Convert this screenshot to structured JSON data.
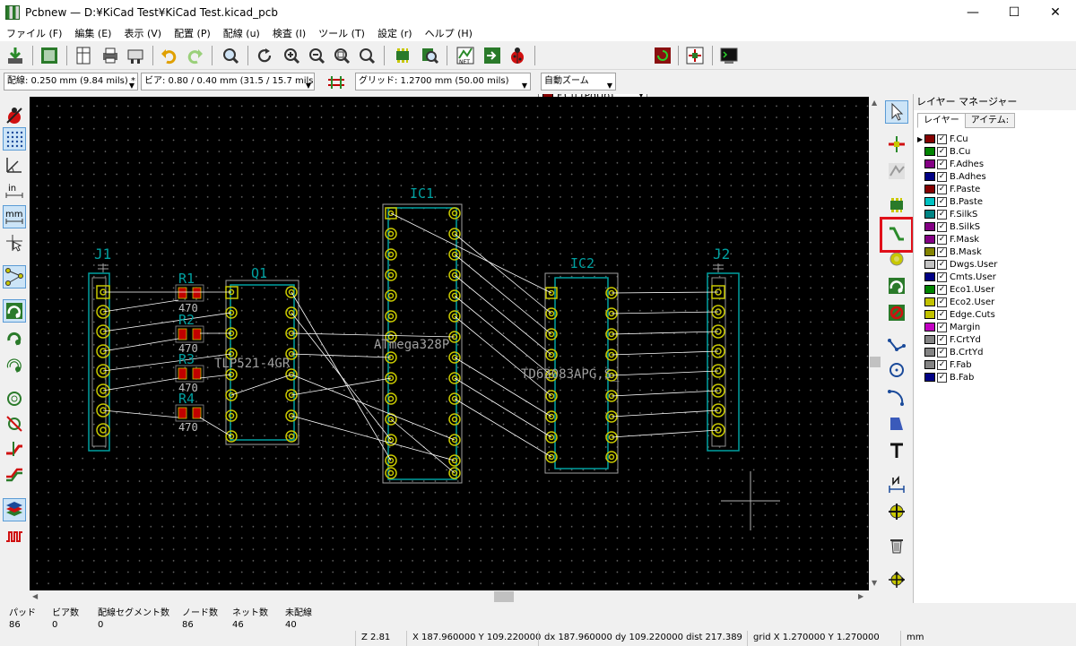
{
  "window": {
    "title": "Pcbnew — D:¥KiCad Test¥KiCad Test.kicad_pcb",
    "controls": {
      "minimize": "—",
      "maximize": "☐",
      "close": "✕"
    }
  },
  "menu": [
    "ファイル (F)",
    "編集 (E)",
    "表示 (V)",
    "配置 (P)",
    "配線 (u)",
    "検査 (I)",
    "ツール (T)",
    "設定 (r)",
    "ヘルプ (H)"
  ],
  "toolbar2": {
    "track": "配線: 0.250 mm (9.84 mils) *",
    "via": "ビア: 0.80 / 0.40 mm (31.5 / 15.7 mils) *",
    "grid": "グリッド: 1.2700 mm (50.00 mils)",
    "zoom": "自動ズーム"
  },
  "layer_select": {
    "label": "F.Cu (PgUp)",
    "color": "#840000"
  },
  "layer_panel": {
    "title": "レイヤー マネージャー",
    "tabs": [
      "レイヤー",
      "アイテム:"
    ],
    "layers": [
      {
        "name": "F.Cu",
        "color": "#840000",
        "current": true
      },
      {
        "name": "B.Cu",
        "color": "#008400"
      },
      {
        "name": "F.Adhes",
        "color": "#840084"
      },
      {
        "name": "B.Adhes",
        "color": "#000084"
      },
      {
        "name": "F.Paste",
        "color": "#840000"
      },
      {
        "name": "B.Paste",
        "color": "#00c2c2"
      },
      {
        "name": "F.SilkS",
        "color": "#008484"
      },
      {
        "name": "B.SilkS",
        "color": "#840084"
      },
      {
        "name": "F.Mask",
        "color": "#840084"
      },
      {
        "name": "B.Mask",
        "color": "#848400"
      },
      {
        "name": "Dwgs.User",
        "color": "#c2c2c2"
      },
      {
        "name": "Cmts.User",
        "color": "#000084"
      },
      {
        "name": "Eco1.User",
        "color": "#008400"
      },
      {
        "name": "Eco2.User",
        "color": "#c2c200"
      },
      {
        "name": "Edge.Cuts",
        "color": "#c2c200"
      },
      {
        "name": "Margin",
        "color": "#c200c2"
      },
      {
        "name": "F.CrtYd",
        "color": "#848484"
      },
      {
        "name": "B.CrtYd",
        "color": "#848484"
      },
      {
        "name": "F.Fab",
        "color": "#848484"
      },
      {
        "name": "B.Fab",
        "color": "#000084"
      }
    ]
  },
  "pcb": {
    "refs": {
      "j1": "J1",
      "j2": "J2",
      "q1": "Q1",
      "ic1": "IC1",
      "ic2": "IC2",
      "r1": "R1",
      "r2": "R2",
      "r3": "R3",
      "r4": "R4"
    },
    "values": {
      "r": "470",
      "q1": "TLP521-4GR",
      "ic1": "ATmega328P",
      "ic2": "TD62083APG,S_"
    }
  },
  "status": {
    "labels": [
      "パッド",
      "ビア数",
      "配線セグメント数",
      "ノード数",
      "ネット数",
      "未配線"
    ],
    "values": [
      "86",
      "0",
      "0",
      "86",
      "46",
      "40"
    ],
    "zoom": "Z 2.81",
    "xy": "X 187.960000  Y 109.220000",
    "dxy": "dx 187.960000  dy 109.220000  dist 217.389",
    "grid": "grid X 1.270000  Y 1.270000",
    "units": "mm"
  },
  "colors": {
    "silk": "#00a0a0",
    "pad": "#c8c800",
    "ratsnest": "#ffffff",
    "resistor_pad": "#c00000",
    "courtyard": "#a0a0a0",
    "highlight": "#e0101a"
  }
}
